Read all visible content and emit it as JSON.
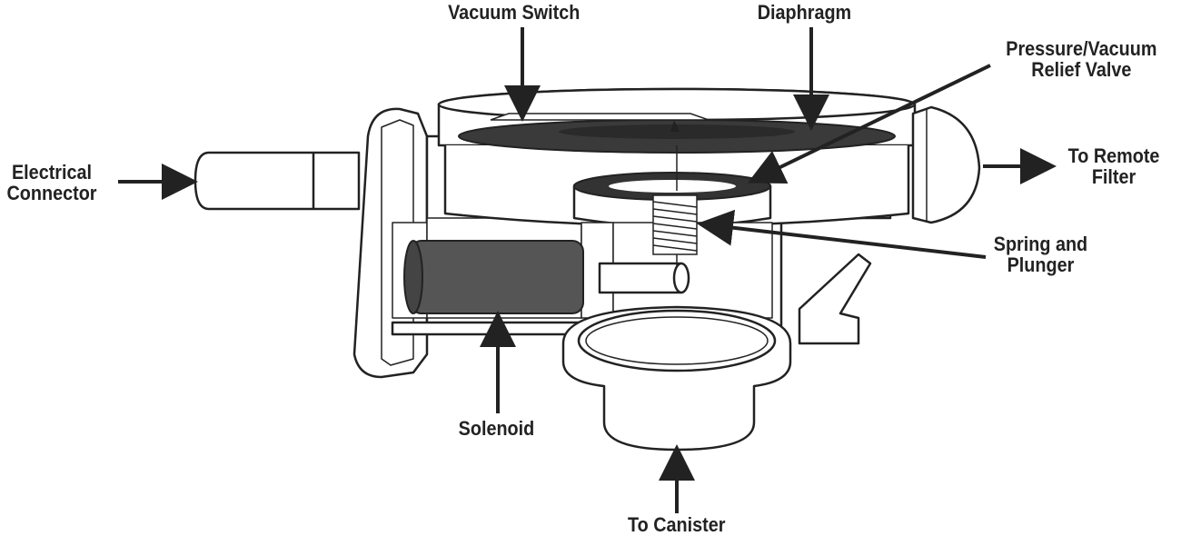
{
  "labels": {
    "vacuum_switch": "Vacuum Switch",
    "diaphragm": "Diaphragm",
    "relief_valve_line1": "Pressure/Vacuum",
    "relief_valve_line2": "Relief Valve",
    "electrical_line1": "Electrical",
    "electrical_line2": "Connector",
    "remote_filter_line1": "To Remote",
    "remote_filter_line2": "Filter",
    "spring_line1": "Spring and",
    "spring_line2": "Plunger",
    "solenoid": "Solenoid",
    "canister": "To Canister"
  },
  "colors": {
    "outline": "#222222",
    "dark_fill": "#3a3a3a",
    "mid_fill": "#555555",
    "body_fill": "#ffffff"
  }
}
